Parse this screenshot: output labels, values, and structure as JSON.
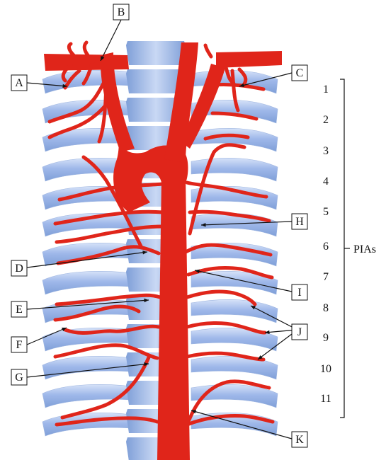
{
  "labels": [
    "A",
    "B",
    "C",
    "D",
    "E",
    "F",
    "G",
    "H",
    "I",
    "J",
    "K"
  ],
  "levels": [
    "1",
    "2",
    "3",
    "4",
    "5",
    "6",
    "7",
    "8",
    "9",
    "10",
    "11"
  ],
  "bracket_label": "PIAs",
  "colors": {
    "artery": "#e0251a",
    "bone": "#a9c0ea",
    "bone_dark": "#7f9fd8"
  }
}
